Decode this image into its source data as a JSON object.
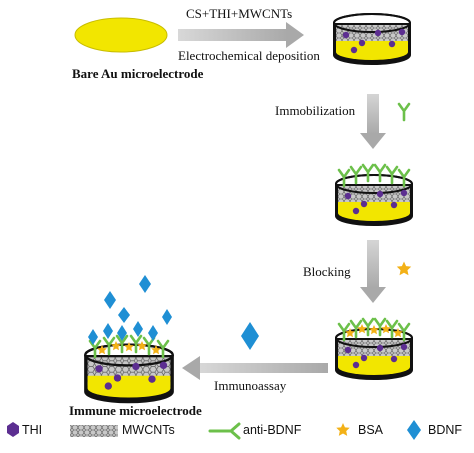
{
  "steps": {
    "step1": "CS+THI+MWCNTs",
    "step1_sub": "Electrochemical deposition",
    "step2": "Immobilization",
    "step3": "Blocking",
    "step4": "Immunoassay"
  },
  "labels": {
    "bare": "Bare Au microelectrode",
    "immune": "Immune microelectrode"
  },
  "legend": {
    "thi": "THI",
    "mwcnts": "MWCNTs",
    "anti": "anti-BDNF",
    "bsa": "BSA",
    "bdnf": "BDNF"
  },
  "colors": {
    "gold": "#f2e600",
    "black": "#111111",
    "purple": "#5c2e91",
    "antibody": "#6cc04a",
    "bsa": "#f3b117",
    "bdnf": "#1f8fd4",
    "arrow": "#b7b7b7"
  }
}
